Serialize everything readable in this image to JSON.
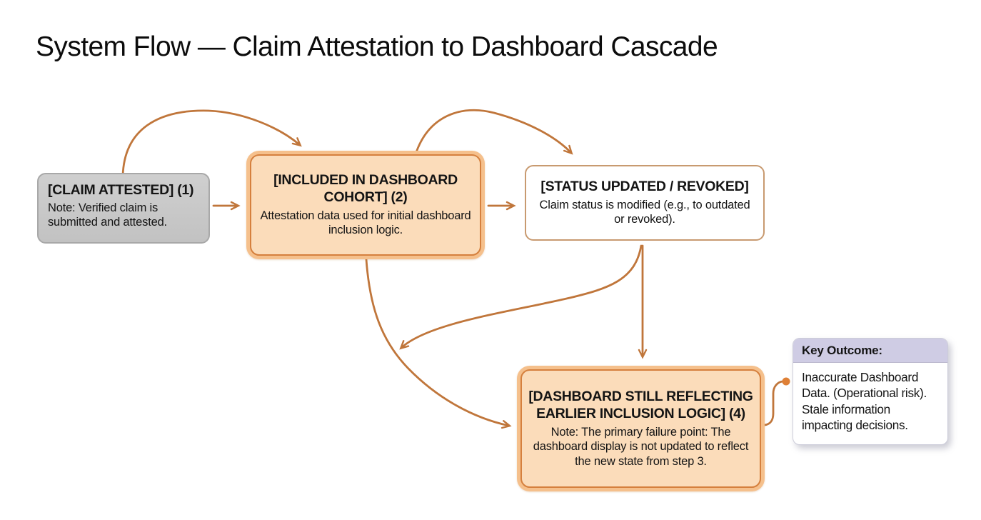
{
  "title": "System Flow — Claim Attestation to Dashboard Cascade",
  "colors": {
    "arrow": "#c0763b",
    "node_ring": "#f5c08c",
    "node_fill": "#fbdcba",
    "node_border": "#d5803e",
    "gray_fill": "#c9c9c9",
    "gray_border": "#a8a8a8",
    "white_node_border": "#c89a70",
    "outcome_header_bg": "#cfcce4",
    "outcome_dot": "#df8036"
  },
  "nodes": {
    "claim_attested": {
      "title": "[CLAIM ATTESTED] (1)",
      "body": "Note: Verified claim is submitted and attested."
    },
    "included_cohort": {
      "title": "[INCLUDED IN DASHBOARD COHORT] (2)",
      "body": "Attestation data used for initial dashboard inclusion logic."
    },
    "status_updated": {
      "title": "[STATUS UPDATED / REVOKED]",
      "body": "Claim status is modified (e.g., to outdated or revoked)."
    },
    "dashboard_stale": {
      "title": "[DASHBOARD STILL REFLECTING EARLIER INCLUSION LOGIC] (4)",
      "body": "Note: The primary failure point: The dashboard display is not updated to reflect the new state from step 3."
    }
  },
  "outcome": {
    "header": "Key Outcome:",
    "body": "Inaccurate Dashboard Data. (Operational risk). Stale information impacting decisions."
  }
}
